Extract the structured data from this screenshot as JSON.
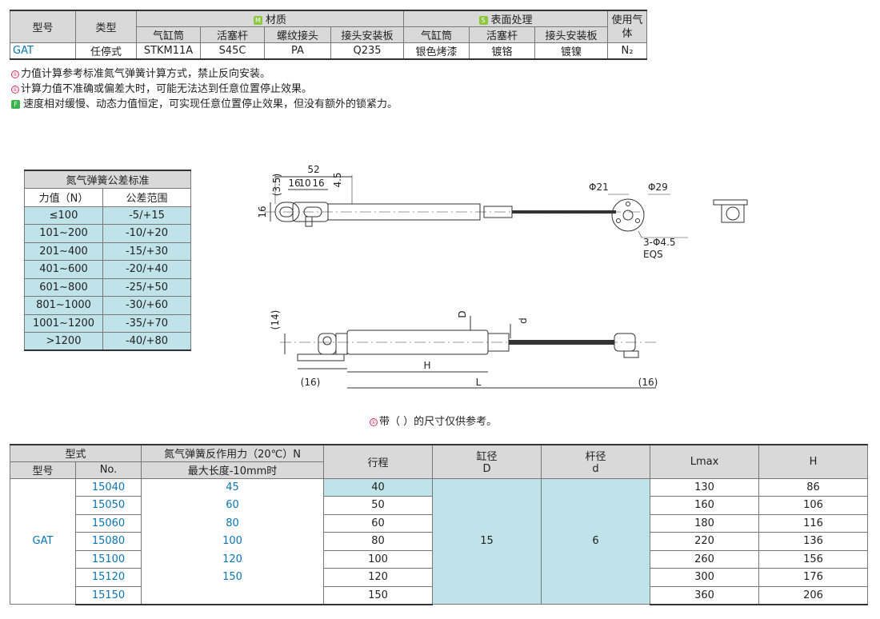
{
  "spec": {
    "h_model": "型号",
    "h_type": "类型",
    "h_material": "材质",
    "h_surface": "表面处理",
    "h_gas": "使用气体",
    "mat_cols": [
      "气缸筒",
      "活塞杆",
      "螺纹接头",
      "接头安装板"
    ],
    "surf_cols": [
      "气缸筒",
      "活塞杆",
      "接头安装板"
    ],
    "mark_m": "M",
    "mark_s": "S",
    "row": {
      "model": "GAT",
      "type": "任停式",
      "materials": [
        "STKM11A",
        "S45C",
        "PA",
        "Q235"
      ],
      "surfaces": [
        "银色烤漆",
        "镀铬",
        "镀镍"
      ],
      "gas": "N₂"
    }
  },
  "notes": [
    {
      "mark": "①",
      "text": "力值计算参考标准氮气弹簧计算方式，禁止反向安装。"
    },
    {
      "mark": "①",
      "text": "计算力值不准确或偏差大时，可能无法达到任意位置停止效果。"
    },
    {
      "mark": "F",
      "text": "速度相对缓慢、动态力值恒定，可实现任意位置停止效果，但没有额外的锁紧力。"
    }
  ],
  "tolerance": {
    "title": "氮气弹簧公差标准",
    "col1": "力值（N）",
    "col2": "公差范围",
    "rows": [
      [
        "≤100",
        "-5/+15"
      ],
      [
        "101~200",
        "-10/+20"
      ],
      [
        "201~400",
        "-15/+30"
      ],
      [
        "401~600",
        "-20/+40"
      ],
      [
        "601~800",
        "-25/+50"
      ],
      [
        "801~1000",
        "-30/+60"
      ],
      [
        "1001~1200",
        "-35/+70"
      ],
      [
        ">1200",
        "-40/+80"
      ]
    ]
  },
  "drawing": {
    "dim_52": "52",
    "dim_35": "(3.5)",
    "dim_16a": "16",
    "dim_10": "10",
    "dim_16b": "16",
    "dim_45": "4.5",
    "dim_16h": "16",
    "phi21": "Φ21",
    "phi29": "Φ29",
    "holes": "3-Φ4.5",
    "eqs": "EQS",
    "dim_14": "(14)",
    "D": "D",
    "d": "d",
    "H": "H",
    "L": "L",
    "dim_16l": "(16)",
    "dim_16r": "(16)"
  },
  "ref_note": {
    "mark": "①",
    "text": "带（ ）的尺寸仅供参考。"
  },
  "main": {
    "h_form": "型式",
    "h_force": "氮气弹簧反作用力（20℃）N",
    "h_force2": "最大长度-10mm时",
    "h_stroke": "行程",
    "h_bore": "缸径",
    "h_bore2": "D",
    "h_rod": "杆径",
    "h_rod2": "d",
    "h_lmax": "Lmax",
    "h_H": "H",
    "h_model": "型号",
    "h_no": "No.",
    "model": "GAT",
    "bore": "15",
    "rod": "6",
    "nos": [
      "15040",
      "15050",
      "15060",
      "15080",
      "15100",
      "15120",
      "15150"
    ],
    "forces": [
      "45",
      "60",
      "80",
      "100",
      "120",
      "150"
    ],
    "strokes": [
      "40",
      "50",
      "60",
      "80",
      "100",
      "120",
      "150"
    ],
    "lmax": [
      "130",
      "160",
      "180",
      "220",
      "260",
      "300",
      "360"
    ],
    "H": [
      "86",
      "106",
      "116",
      "136",
      "156",
      "176",
      "206"
    ]
  }
}
